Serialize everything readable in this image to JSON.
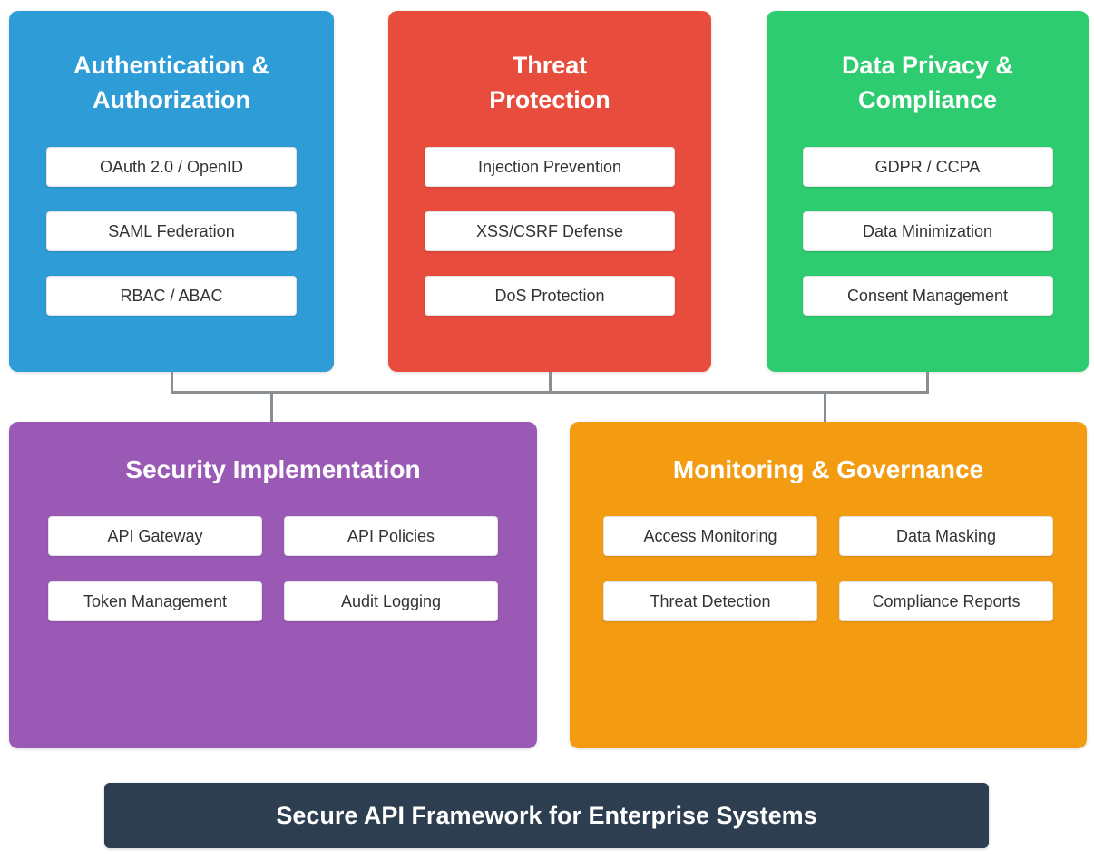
{
  "diagram": {
    "top_boxes": [
      {
        "title": "Authentication &\nAuthorization",
        "color": "#2e9cd6",
        "items": [
          "OAuth 2.0 / OpenID",
          "SAML Federation",
          "RBAC / ABAC"
        ]
      },
      {
        "title": "Threat\nProtection",
        "color": "#e74c3c",
        "items": [
          "Injection Prevention",
          "XSS/CSRF Defense",
          "DoS Protection"
        ]
      },
      {
        "title": "Data Privacy &\nCompliance",
        "color": "#2ecc71",
        "items": [
          "GDPR / CCPA",
          "Data Minimization",
          "Consent Management"
        ]
      }
    ],
    "mid_boxes": [
      {
        "title": "Security Implementation",
        "color": "#9b59b6",
        "items": [
          "API Gateway",
          "API Policies",
          "Token Management",
          "Audit Logging"
        ]
      },
      {
        "title": "Monitoring & Governance",
        "color": "#f39c12",
        "items": [
          "Access Monitoring",
          "Data Masking",
          "Threat Detection",
          "Compliance Reports"
        ]
      }
    ],
    "footer": {
      "title": "Secure API Framework for Enterprise Systems",
      "color": "#2c3e50"
    },
    "connector_color": "#898e92"
  }
}
